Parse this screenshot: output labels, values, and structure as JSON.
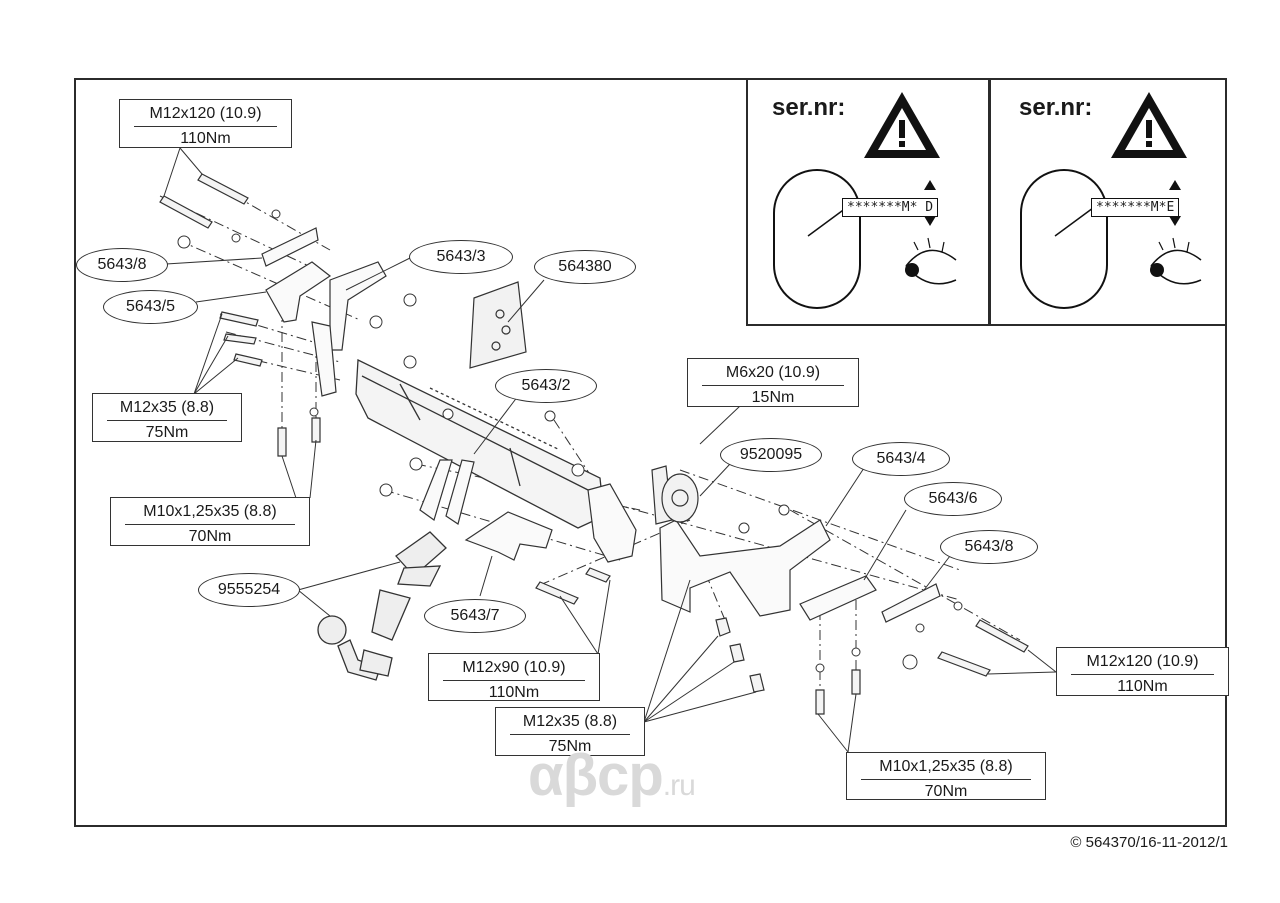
{
  "labels": {
    "bolt_top_left": {
      "spec": "M12x120 (10.9)",
      "torque": "110Nm"
    },
    "bolt_left_mid": {
      "spec": "M12x35 (8.8)",
      "torque": "75Nm"
    },
    "bolt_left_low": {
      "spec": "M10x1,25x35 (8.8)",
      "torque": "70Nm"
    },
    "bolt_m6": {
      "spec": "M6x20 (10.9)",
      "torque": "15Nm"
    },
    "bolt_m12x90": {
      "spec": "M12x90 (10.9)",
      "torque": "110Nm"
    },
    "bolt_center_low": {
      "spec": "M12x35 (8.8)",
      "torque": "75Nm"
    },
    "bolt_right_low": {
      "spec": "M10x1,25x35 (8.8)",
      "torque": "70Nm"
    },
    "bolt_right_mid": {
      "spec": "M12x120 (10.9)",
      "torque": "110Nm"
    }
  },
  "parts": {
    "p5643_8_left": "5643/8",
    "p5643_5": "5643/5",
    "p5643_3": "5643/3",
    "p564380": "564380",
    "p5643_2": "5643/2",
    "p9520095": "9520095",
    "p5643_4": "5643/4",
    "p5643_6": "5643/6",
    "p5643_8_right": "5643/8",
    "p9555254": "9555254",
    "p5643_7": "5643/7"
  },
  "warnings": {
    "left": {
      "title": "ser.nr:",
      "serial": "*******M* D"
    },
    "right": {
      "title": "ser.nr:",
      "serial": "*******M*E"
    }
  },
  "footer": {
    "copyright": "© 564370/16-11-2012/1"
  },
  "watermark": {
    "main": "αβcp",
    "suffix": ".ru"
  }
}
